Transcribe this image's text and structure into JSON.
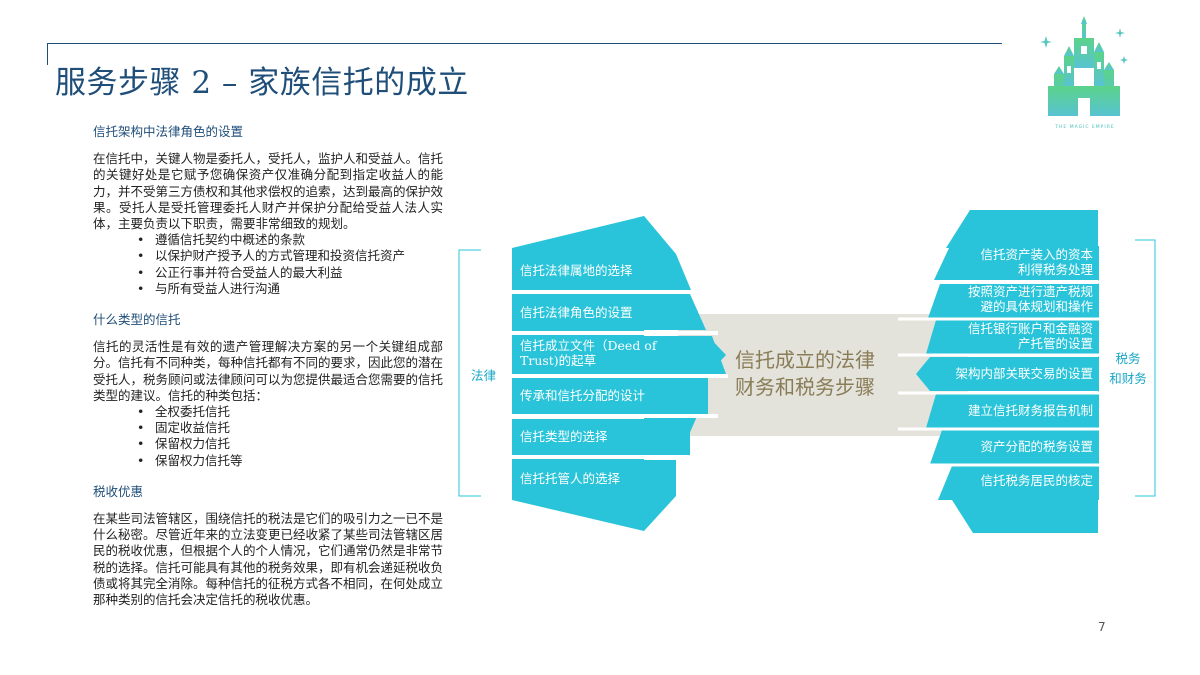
{
  "title": "服务步骤 2 – 家族信托的成立",
  "logo_text": "THE MAGIC EMPIRE",
  "sections": [
    {
      "heading": "信托架构中法律角色的设置",
      "paragraph": "在信托中，关键人物是委托人，受托人，监护人和受益人。信托的关键好处是它赋予您确保资产仅准确分配到指定收益人的能力，并不受第三方债权和其他求偿权的追索，达到最高的保护效果。受托人是受托管理委托人财产并保护分配给受益人法人实体，主要负责以下职责，需要非常细致的规划。",
      "bullets": [
        "遵循信托契约中概述的条款",
        "以保护财产授予人的方式管理和投资信托资产",
        "公正行事并符合受益人的最大利益",
        "与所有受益人进行沟通"
      ]
    },
    {
      "heading": "什么类型的信托",
      "paragraph": "信托的灵活性是有效的遗产管理解决方案的另一个关键组成部分。信托有不同种类，每种信托都有不同的要求，因此您的潜在受托人，税务顾问或法律顾问可以为您提供最适合您需要的信托类型的建议。信托的种类包括：",
      "bullets": [
        "全权委托信托",
        "固定收益信托",
        "保留权力信托",
        "保留权力信托等"
      ]
    },
    {
      "heading": "税收优惠",
      "paragraph": "在某些司法管辖区，围绕信托的税法是它们的吸引力之一已不是什么秘密。尽管近年来的立法变更已经收紧了某些司法管辖区居民的税收优惠，但根据个人的个人情况，它们通常仍然是非常节税的选择。信托可能具有其他的税务效果，即有机会递延税收负债或将其完全消除。每种信托的征税方式各不相同，在何处成立那种类别的信托会决定信托的税收优惠。",
      "bullets": []
    }
  ],
  "diagram": {
    "center_line1": "信托成立的法律",
    "center_line2": "财务和税务步骤",
    "left_label": "法律",
    "right_label_line1": "税务",
    "right_label_line2": "和财务",
    "left_items": [
      {
        "line1": "信托法律属地的选择",
        "line2": ""
      },
      {
        "line1": "信托法律角色的设置",
        "line2": ""
      },
      {
        "line1": "信托成立文件（Deed of",
        "line2": "Trust)的起草"
      },
      {
        "line1": "传承和信托分配的设计",
        "line2": ""
      },
      {
        "line1": "信托类型的选择",
        "line2": ""
      },
      {
        "line1": "信托托管人的选择",
        "line2": ""
      }
    ],
    "right_items": [
      {
        "line1": "信托资产装入的资本",
        "line2": "利得税务处理"
      },
      {
        "line1": "按照资产进行遗产税规",
        "line2": "避的具体规划和操作"
      },
      {
        "line1": "信托银行账户和金融资",
        "line2": "产托管的设置"
      },
      {
        "line1": "架构内部关联交易的设置",
        "line2": ""
      },
      {
        "line1": "建立信托财务报告机制",
        "line2": ""
      },
      {
        "line1": "资产分配的税务设置",
        "line2": ""
      },
      {
        "line1": "信托税务居民的核定",
        "line2": ""
      }
    ],
    "colors": {
      "accent": "#29c4d9",
      "dark_accent": "#19a6c6",
      "center_fill": "#e3e3dc",
      "title_blue": "#1f4e79"
    }
  },
  "page_number": "7"
}
